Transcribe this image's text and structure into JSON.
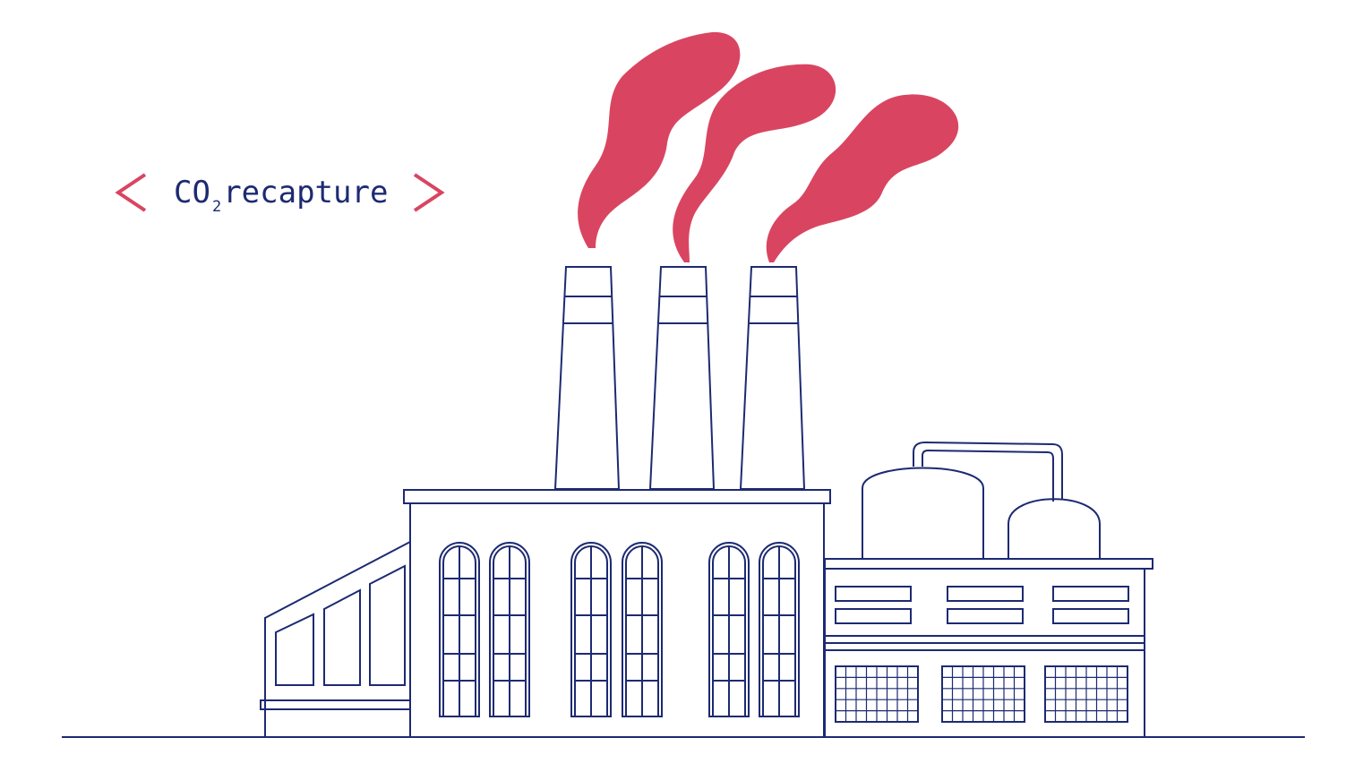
{
  "title": {
    "prefix": "CO",
    "subscript": "2",
    "suffix": " recapture"
  },
  "colors": {
    "line": "#1d2a72",
    "smoke": "#d94561",
    "background": "#ffffff"
  },
  "icons": {
    "left": "chevron-left-icon",
    "right": "chevron-right-icon"
  }
}
